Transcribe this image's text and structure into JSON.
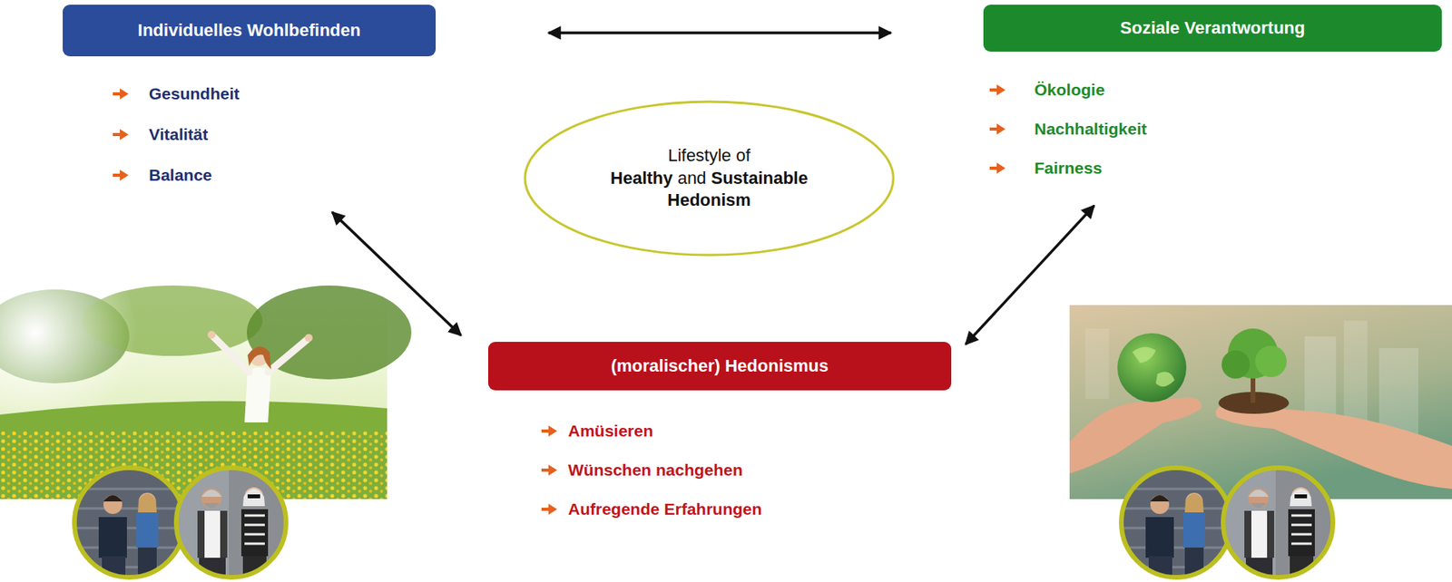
{
  "diagram": {
    "nodes": [
      {
        "text": [
          "Individuelles Wohlbefinden",
          "Gesundheit",
          "Vitalität",
          "Balance"
        ]
      },
      {
        "text": [
          "Soziale Verantwortung",
          "Ökologie",
          "Nachhaltigkeit",
          "Fairness"
        ]
      },
      {
        "text": [
          "Lifestyle of Healthy and Sustainable Hedonism"
        ]
      },
      {
        "text": [
          "(moralischer) Hedonismus",
          "Amüsieren",
          "Wünschen nachgehen",
          "Aufregende Erfahrungen"
        ]
      }
    ],
    "edges": [
      {
        "from": 0,
        "to": 1,
        "arrow": "both"
      },
      {
        "from": 0,
        "to": 3,
        "arrow": "both"
      },
      {
        "from": 1,
        "to": 3,
        "arrow": "both"
      }
    ]
  }
}
